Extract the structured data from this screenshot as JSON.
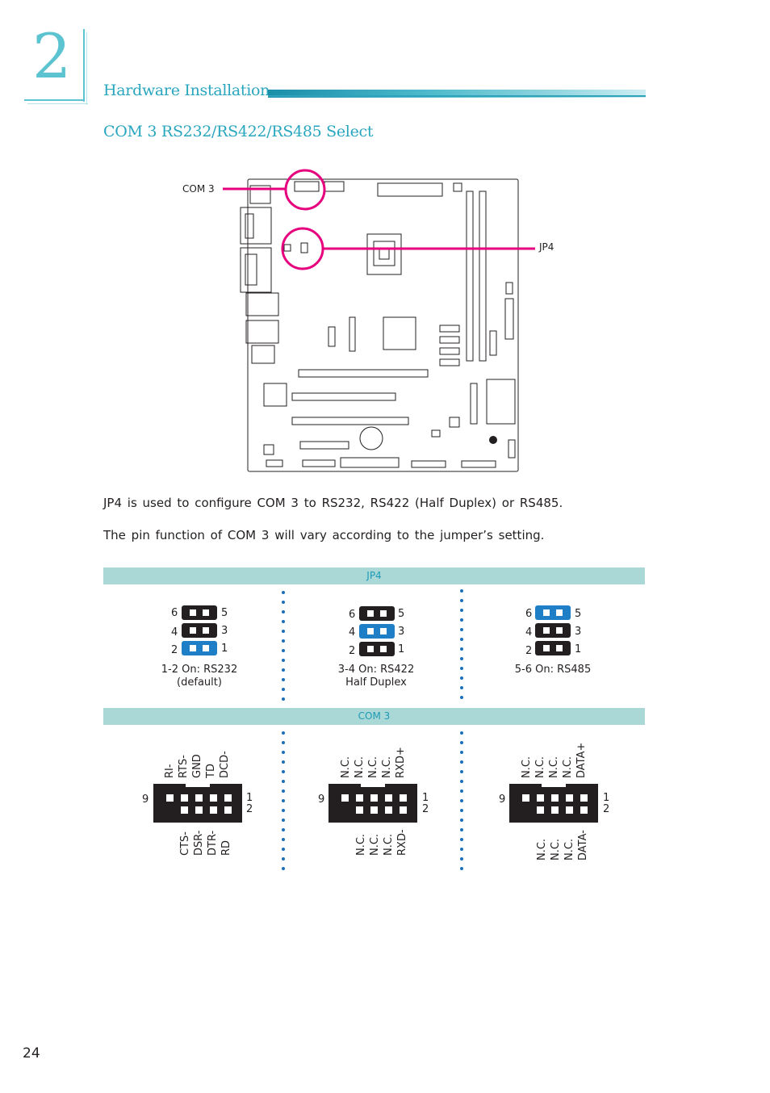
{
  "header": {
    "chapter_number": "2",
    "section_title": "Hardware Installation",
    "subsection_title": "COM 3 RS232/RS422/RS485 Select"
  },
  "diagram": {
    "callout_com3": "COM 3",
    "callout_jp4": "JP4",
    "accent_color": "#e6007e"
  },
  "body": {
    "paragraph1": "JP4 is used to configure COM 3 to RS232, RS422 (Half Duplex) or RS485.",
    "paragraph2": "The pin function of COM 3 will vary according to the jumper’s setting."
  },
  "jp4_table": {
    "header": "JP4",
    "settings": [
      {
        "caption_line1": "1-2 On: RS232",
        "caption_line2": "(default)",
        "on_pair": "1-2"
      },
      {
        "caption_line1": "3-4 On: RS422",
        "caption_line2": "Half Duplex",
        "on_pair": "3-4"
      },
      {
        "caption_line1": "5-6 On: RS485",
        "caption_line2": "",
        "on_pair": "5-6"
      }
    ],
    "pin_labels": {
      "p6": "6",
      "p5": "5",
      "p4": "4",
      "p3": "3",
      "p2": "2",
      "p1": "1"
    },
    "on_color": "#1f7fc6"
  },
  "com3_table": {
    "header": "COM 3",
    "pin_9": "9",
    "pin_1": "1",
    "pin_2": "2",
    "configs": [
      {
        "top_labels": [
          "RI-",
          "RTS-",
          "GND",
          "TD",
          "DCD-"
        ],
        "bottom_labels": [
          "CTS-",
          "DSR-",
          "DTR-",
          "RD"
        ]
      },
      {
        "top_labels": [
          "N.C.",
          "N.C.",
          "N.C.",
          "N.C.",
          "RXD+"
        ],
        "bottom_labels": [
          "N.C.",
          "N.C.",
          "N.C.",
          "RXD-"
        ]
      },
      {
        "top_labels": [
          "N.C.",
          "N.C.",
          "N.C.",
          "N.C.",
          "DATA+"
        ],
        "bottom_labels": [
          "N.C.",
          "N.C.",
          "N.C.",
          "DATA-"
        ]
      }
    ]
  },
  "footer": {
    "page_number": "24"
  }
}
